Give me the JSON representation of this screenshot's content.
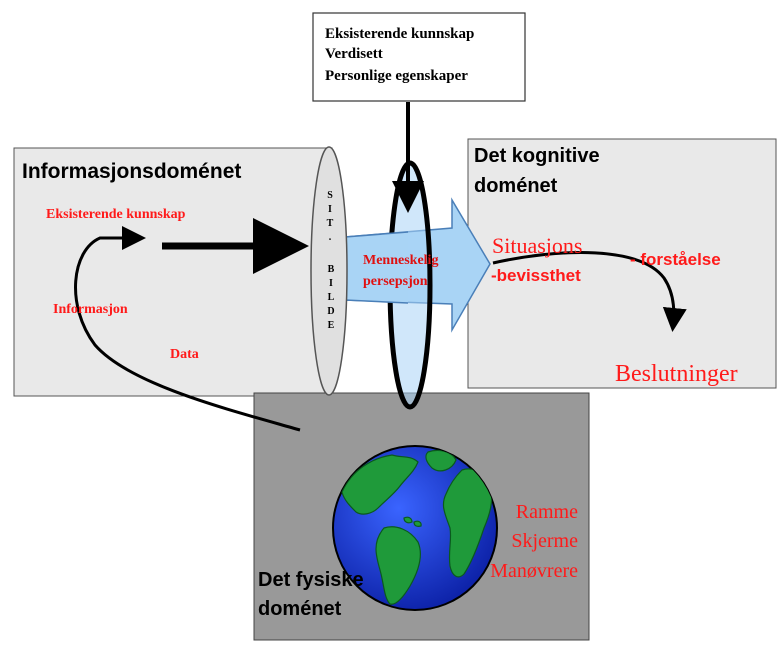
{
  "input_box": {
    "lines": [
      "Eksisterende kunnskap",
      "Verdisett",
      "Personlige egenskaper"
    ]
  },
  "information_domain": {
    "title": "Informasjonsdoménet",
    "existing_knowledge": "Eksisterende kunnskap",
    "information": "Informasjon",
    "data": "Data"
  },
  "sit_image": {
    "line1": [
      "S",
      "I",
      "T",
      "."
    ],
    "line2": [
      "B",
      "I",
      "L",
      "D",
      "E"
    ]
  },
  "perception_arrow": {
    "line1": "Menneskelig",
    "line2": "persepsjon"
  },
  "cognitive_domain": {
    "title_line1": "Det kognitive",
    "title_line2": "doménet",
    "situation": "Situasjons",
    "awareness": "-bevissthet",
    "understanding": "- forståelse",
    "decisions": "Beslutninger"
  },
  "physical_domain": {
    "title_line1": "Det fysiske",
    "title_line2": "doménet",
    "actions": [
      "Ramme",
      "Skjerme",
      "Manøvrere"
    ]
  },
  "colors": {
    "red": "#ff1a1a",
    "domain_gray": "#e9e9e9",
    "physical_gray": "#999999",
    "arrow_blue": "#a9d4f5",
    "ocean_blue": "#1838c8",
    "land_green": "#1f9a3a"
  }
}
